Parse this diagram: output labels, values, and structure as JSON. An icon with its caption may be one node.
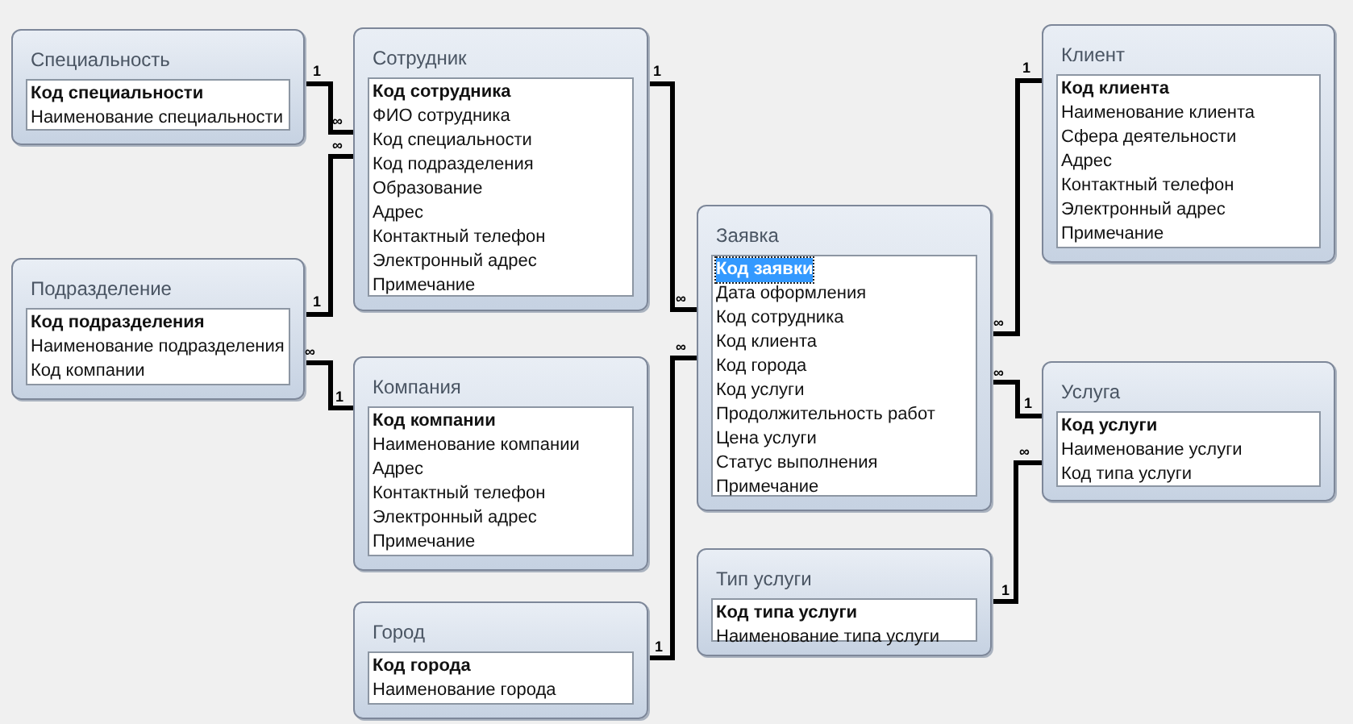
{
  "diagram": {
    "nodes": [
      {
        "text": [
          "Специальность",
          "Код специальности",
          "Наименование специальности"
        ]
      },
      {
        "text": [
          "Сотрудник",
          "Код сотрудника",
          "ФИО сотрудника",
          "Код специальности",
          "Код подразделения",
          "Образование",
          "Адрес",
          "Контактный телефон",
          "Электронный адрес",
          "Примечание"
        ]
      },
      {
        "text": [
          "Клиент",
          "Код клиента",
          "Наименование клиента",
          "Сфера деятельности",
          "Адрес",
          "Контактный телефон",
          "Электронный адрес",
          "Примечание"
        ]
      },
      {
        "text": [
          "Заявка",
          "Код заявки",
          "Дата оформления",
          "Код сотрудника",
          "Код клиента",
          "Код города",
          "Код услуги",
          "Продолжительность работ",
          "Цена услуги",
          "Статус выполнения",
          "Примечание"
        ]
      },
      {
        "text": [
          "Подразделение",
          "Код подразделения",
          "Наименование подразделения",
          "Код компании"
        ]
      },
      {
        "text": [
          "Компания",
          "Код компании",
          "Наименование компании",
          "Адрес",
          "Контактный телефон",
          "Электронный адрес",
          "Примечание"
        ]
      },
      {
        "text": [
          "Услуга",
          "Код услуги",
          "Наименование услуги",
          "Код типа услуги"
        ]
      },
      {
        "text": [
          "Тип услуги",
          "Код типа услуги",
          "Наименование типа услуги"
        ]
      },
      {
        "text": [
          "Город",
          "Код города",
          "Наименование города"
        ]
      }
    ],
    "edges": [
      {
        "from": 0,
        "to": 1,
        "arrow": "none"
      },
      {
        "from": 4,
        "to": 1,
        "arrow": "none"
      },
      {
        "from": 5,
        "to": 4,
        "arrow": "none"
      },
      {
        "from": 1,
        "to": 3,
        "arrow": "none"
      },
      {
        "from": 8,
        "to": 3,
        "arrow": "none"
      },
      {
        "from": 2,
        "to": 3,
        "arrow": "none"
      },
      {
        "from": 6,
        "to": 3,
        "arrow": "none"
      },
      {
        "from": 7,
        "to": 6,
        "arrow": "none"
      }
    ],
    "labels": [
      "1",
      "1",
      "1",
      "∞",
      "∞",
      "∞",
      "1",
      "∞",
      "∞",
      "∞",
      "∞",
      "1",
      "1",
      "∞",
      "1",
      "1"
    ]
  }
}
